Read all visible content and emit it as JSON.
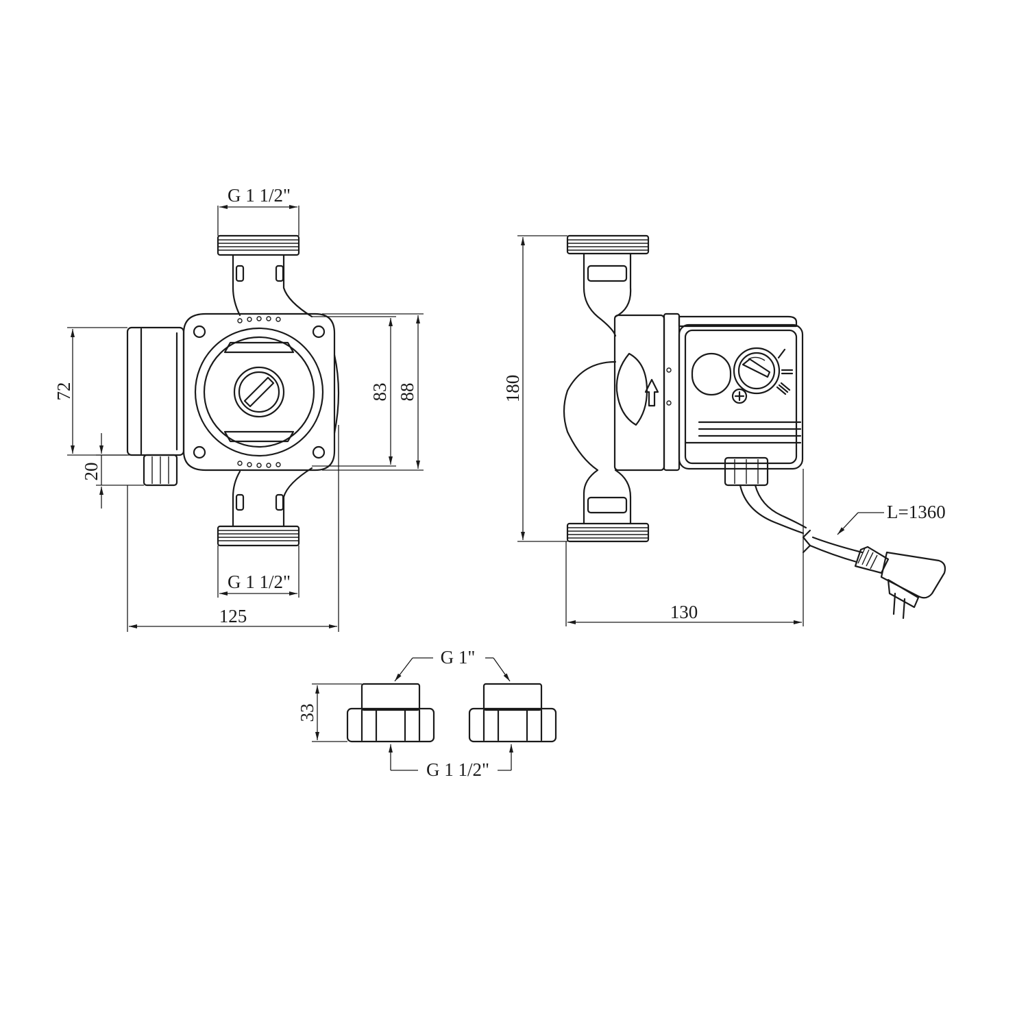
{
  "dimensions": {
    "front_top_thread": "G 1 1/2\"",
    "front_bottom_thread": "G 1 1/2\"",
    "front_width": "125",
    "motor_height": "72",
    "terminal_height": "20",
    "flange_inner": "83",
    "flange_outer": "88",
    "side_height": "180",
    "side_width": "130",
    "cable_length": "L=1360",
    "fitting_top_thread": "G 1\"",
    "fitting_bottom_thread": "G 1 1/2\"",
    "fitting_height": "33"
  },
  "icons": {
    "flow_direction": "flow-arrow-up-icon",
    "speed_dial": "speed-selector-dial-icon",
    "screw": "screw-icon",
    "plug": "schuko-plug-icon"
  },
  "colors": {
    "ink": "#1a1a1a",
    "paper": "#ffffff"
  }
}
